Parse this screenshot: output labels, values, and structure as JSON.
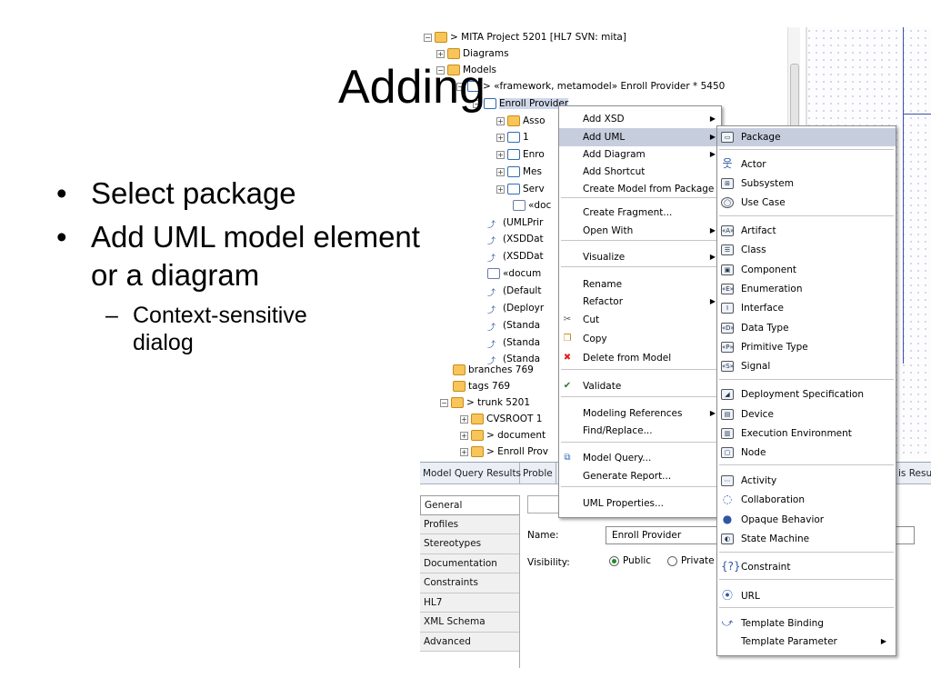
{
  "slide": {
    "title": "Adding",
    "bullets": [
      {
        "text": "Select package"
      },
      {
        "text": "Add UML model element or a diagram"
      }
    ],
    "sub_bullet": "Context-sensitive dialog",
    "bullet_glyph": "•",
    "dash_glyph": "–"
  },
  "tree": {
    "nodes": [
      {
        "label": "> MITA Project 5201 [HL7 SVN: mita]",
        "icon": "project-folder-icon",
        "expander": "⊟"
      },
      {
        "label": "Diagrams",
        "icon": "folder-icon",
        "expander": "⊞"
      },
      {
        "label": "Models",
        "icon": "models-folder-icon",
        "expander": "⊟"
      },
      {
        "label": "> «framework, metamodel» Enroll Provider * 5450",
        "icon": "package-icon",
        "expander": "⊟"
      },
      {
        "label": "Enroll Provider",
        "icon": "package-icon",
        "expander": "⊟"
      },
      {
        "label": "Asso",
        "icon": "folder-icon",
        "expander": "⊞"
      },
      {
        "label": "1",
        "icon": "package-icon",
        "expander": "⊞"
      },
      {
        "label": "Enro",
        "icon": "package-icon",
        "expander": "⊞"
      },
      {
        "label": "Mes",
        "icon": "package-icon",
        "expander": "⊞"
      },
      {
        "label": "Serv",
        "icon": "package-icon",
        "expander": "⊞"
      },
      {
        "label": "«doc",
        "icon": "document-icon",
        "expander": ""
      },
      {
        "label": "(UMLPrir",
        "icon": "relation-icon",
        "expander": ""
      },
      {
        "label": "(XSDDat",
        "icon": "relation-icon",
        "expander": ""
      },
      {
        "label": "(XSDDat",
        "icon": "relation-icon",
        "expander": ""
      },
      {
        "label": "«docum",
        "icon": "document-icon",
        "expander": ""
      },
      {
        "label": "(Default",
        "icon": "relation-icon",
        "expander": ""
      },
      {
        "label": "(Deployr",
        "icon": "relation-icon",
        "expander": ""
      },
      {
        "label": "(Standa",
        "icon": "relation-icon",
        "expander": ""
      },
      {
        "label": "(Standa",
        "icon": "relation-icon",
        "expander": ""
      },
      {
        "label": "(Standa",
        "icon": "relation-icon",
        "expander": ""
      },
      {
        "label": "branches 769",
        "icon": "folder-icon",
        "expander": ""
      },
      {
        "label": "tags 769",
        "icon": "folder-icon",
        "expander": ""
      },
      {
        "label": "> trunk 5201",
        "icon": "folder-icon",
        "expander": "⊟"
      },
      {
        "label": "CVSROOT 1",
        "icon": "folder-icon",
        "expander": "⊞"
      },
      {
        "label": "> document",
        "icon": "folder-icon",
        "expander": "⊞"
      },
      {
        "label": "> Enroll Prov",
        "icon": "folder-icon",
        "expander": "⊞"
      }
    ]
  },
  "panel": {
    "tabs": [
      "Model Query Results",
      "Proble",
      "is Resul"
    ],
    "categories": [
      "General",
      "Profiles",
      "Stereotypes",
      "Documentation",
      "Constraints",
      "HL7",
      "XML Schema",
      "Advanced"
    ],
    "name_label": "Name:",
    "name_value": "Enroll Provider",
    "visibility_label": "Visibility:",
    "visibility_options": [
      "Public",
      "Private"
    ]
  },
  "context_menu": {
    "items": [
      {
        "label": "Add XSD",
        "submenu": true
      },
      {
        "label": "Add UML",
        "submenu": true
      },
      {
        "label": "Add Diagram",
        "submenu": true
      },
      {
        "label": "Add Shortcut"
      },
      {
        "label": "Create Model from Package"
      },
      {
        "label": "Create Fragment..."
      },
      {
        "label": "Open With",
        "submenu": true
      },
      {
        "label": "Visualize",
        "submenu": true
      },
      {
        "label": "Rename"
      },
      {
        "label": "Refactor",
        "submenu": true
      },
      {
        "label": "Cut",
        "icon": "scissors-icon"
      },
      {
        "label": "Copy",
        "icon": "copy-icon"
      },
      {
        "label": "Delete from Model",
        "icon": "delete-icon"
      },
      {
        "label": "Validate",
        "icon": "validate-icon"
      },
      {
        "label": "Modeling References",
        "submenu": true
      },
      {
        "label": "Find/Replace..."
      },
      {
        "label": "Model Query...",
        "icon": "model-query-icon"
      },
      {
        "label": "Generate Report..."
      },
      {
        "label": "UML Properties..."
      }
    ],
    "highlighted": "Add UML"
  },
  "uml_submenu": {
    "items": [
      {
        "label": "Package",
        "icon": "package-icon"
      },
      {
        "label": "Actor",
        "icon": "actor-icon"
      },
      {
        "label": "Subsystem",
        "icon": "subsystem-icon"
      },
      {
        "label": "Use Case",
        "icon": "use-case-icon"
      },
      {
        "label": "Artifact",
        "icon": "artifact-icon"
      },
      {
        "label": "Class",
        "icon": "class-icon"
      },
      {
        "label": "Component",
        "icon": "component-icon"
      },
      {
        "label": "Enumeration",
        "icon": "enumeration-icon"
      },
      {
        "label": "Interface",
        "icon": "interface-icon"
      },
      {
        "label": "Data Type",
        "icon": "data-type-icon"
      },
      {
        "label": "Primitive Type",
        "icon": "primitive-type-icon"
      },
      {
        "label": "Signal",
        "icon": "signal-icon"
      },
      {
        "label": "Deployment Specification",
        "icon": "deployment-specification-icon"
      },
      {
        "label": "Device",
        "icon": "device-icon"
      },
      {
        "label": "Execution Environment",
        "icon": "execution-environment-icon"
      },
      {
        "label": "Node",
        "icon": "node-icon"
      },
      {
        "label": "Activity",
        "icon": "activity-icon"
      },
      {
        "label": "Collaboration",
        "icon": "collaboration-icon"
      },
      {
        "label": "Opaque Behavior",
        "icon": "opaque-behavior-icon"
      },
      {
        "label": "State Machine",
        "icon": "state-machine-icon"
      },
      {
        "label": "Constraint",
        "icon": "constraint-icon"
      },
      {
        "label": "URL",
        "icon": "url-icon"
      },
      {
        "label": "Template Binding",
        "icon": "template-binding-icon"
      },
      {
        "label": "Template Parameter",
        "icon": "",
        "submenu": true
      }
    ],
    "highlighted": "Package"
  },
  "colors": {
    "menu_highlight": "#c6cede",
    "canvas_line": "#3a4fb0",
    "folder": "#f7c55a"
  }
}
